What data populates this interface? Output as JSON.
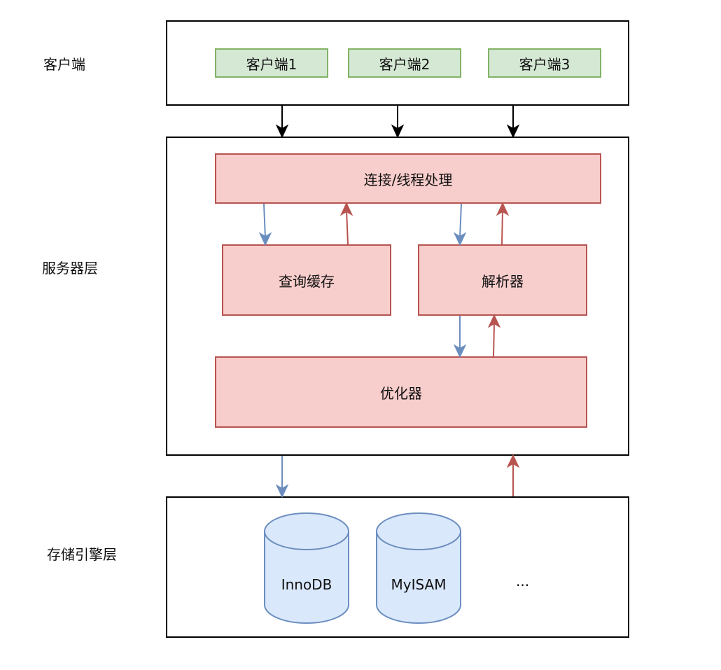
{
  "layers": {
    "client": "客户端",
    "server": "服务器层",
    "storage": "存储引擎层"
  },
  "clients": [
    "客户端1",
    "客户端2",
    "客户端3"
  ],
  "server": {
    "connection": "连接/线程处理",
    "query_cache": "查询缓存",
    "parser": "解析器",
    "optimizer": "优化器"
  },
  "storage": {
    "engines": [
      "InnoDB",
      "MyISAM"
    ],
    "more": "..."
  },
  "colors": {
    "client_fill": "#d5e8d4",
    "client_stroke": "#82b366",
    "server_fill": "#f8cecc",
    "server_stroke": "#b85450",
    "db_fill": "#dae8fc",
    "db_stroke": "#6c8ebf",
    "arrow_down": "#6c8ebf",
    "arrow_up": "#b85450",
    "arrow_black": "#000000"
  }
}
